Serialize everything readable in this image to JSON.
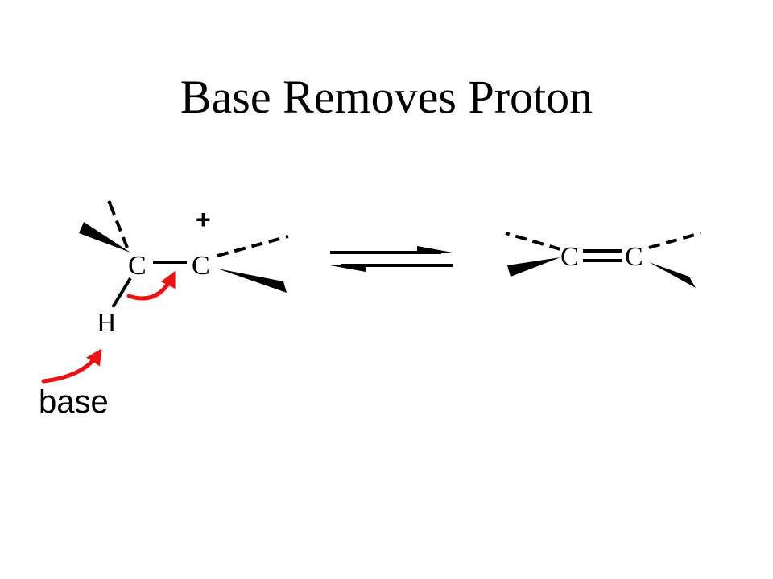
{
  "slide": {
    "title": "Base Removes Proton"
  },
  "reactant": {
    "atom_c1": "C",
    "atom_c2": "C",
    "atom_h": "H",
    "charge": "+",
    "base_label": "base"
  },
  "product": {
    "atom_c1": "C",
    "atom_c2": "C"
  },
  "colors": {
    "text": "#000000",
    "arrow_red": "#ee1111",
    "background": "#ffffff"
  }
}
